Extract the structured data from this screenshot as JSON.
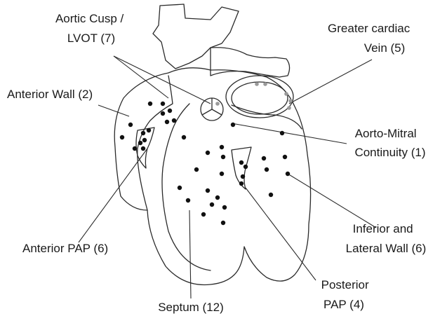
{
  "labels": {
    "aortic_cusp": [
      "Aortic Cusp /",
      "LVOT (7)"
    ],
    "greater_cardiac_vein": [
      "Greater cardiac",
      "Vein (5)"
    ],
    "anterior_wall": [
      "Anterior Wall (2)"
    ],
    "aorto_mitral": [
      "Aorto-Mitral",
      "Continuity (1)"
    ],
    "inferior_lateral": [
      "Inferior and",
      "Lateral Wall (6)"
    ],
    "anterior_pap": [
      "Anterior PAP (6)"
    ],
    "posterior_pap": [
      "Posterior",
      "PAP (4)"
    ],
    "septum": [
      "Septum (12)"
    ]
  },
  "colors": {
    "line": "#2a2a2a",
    "dot": "#111111",
    "vein_dot": "#9a9a9a"
  }
}
